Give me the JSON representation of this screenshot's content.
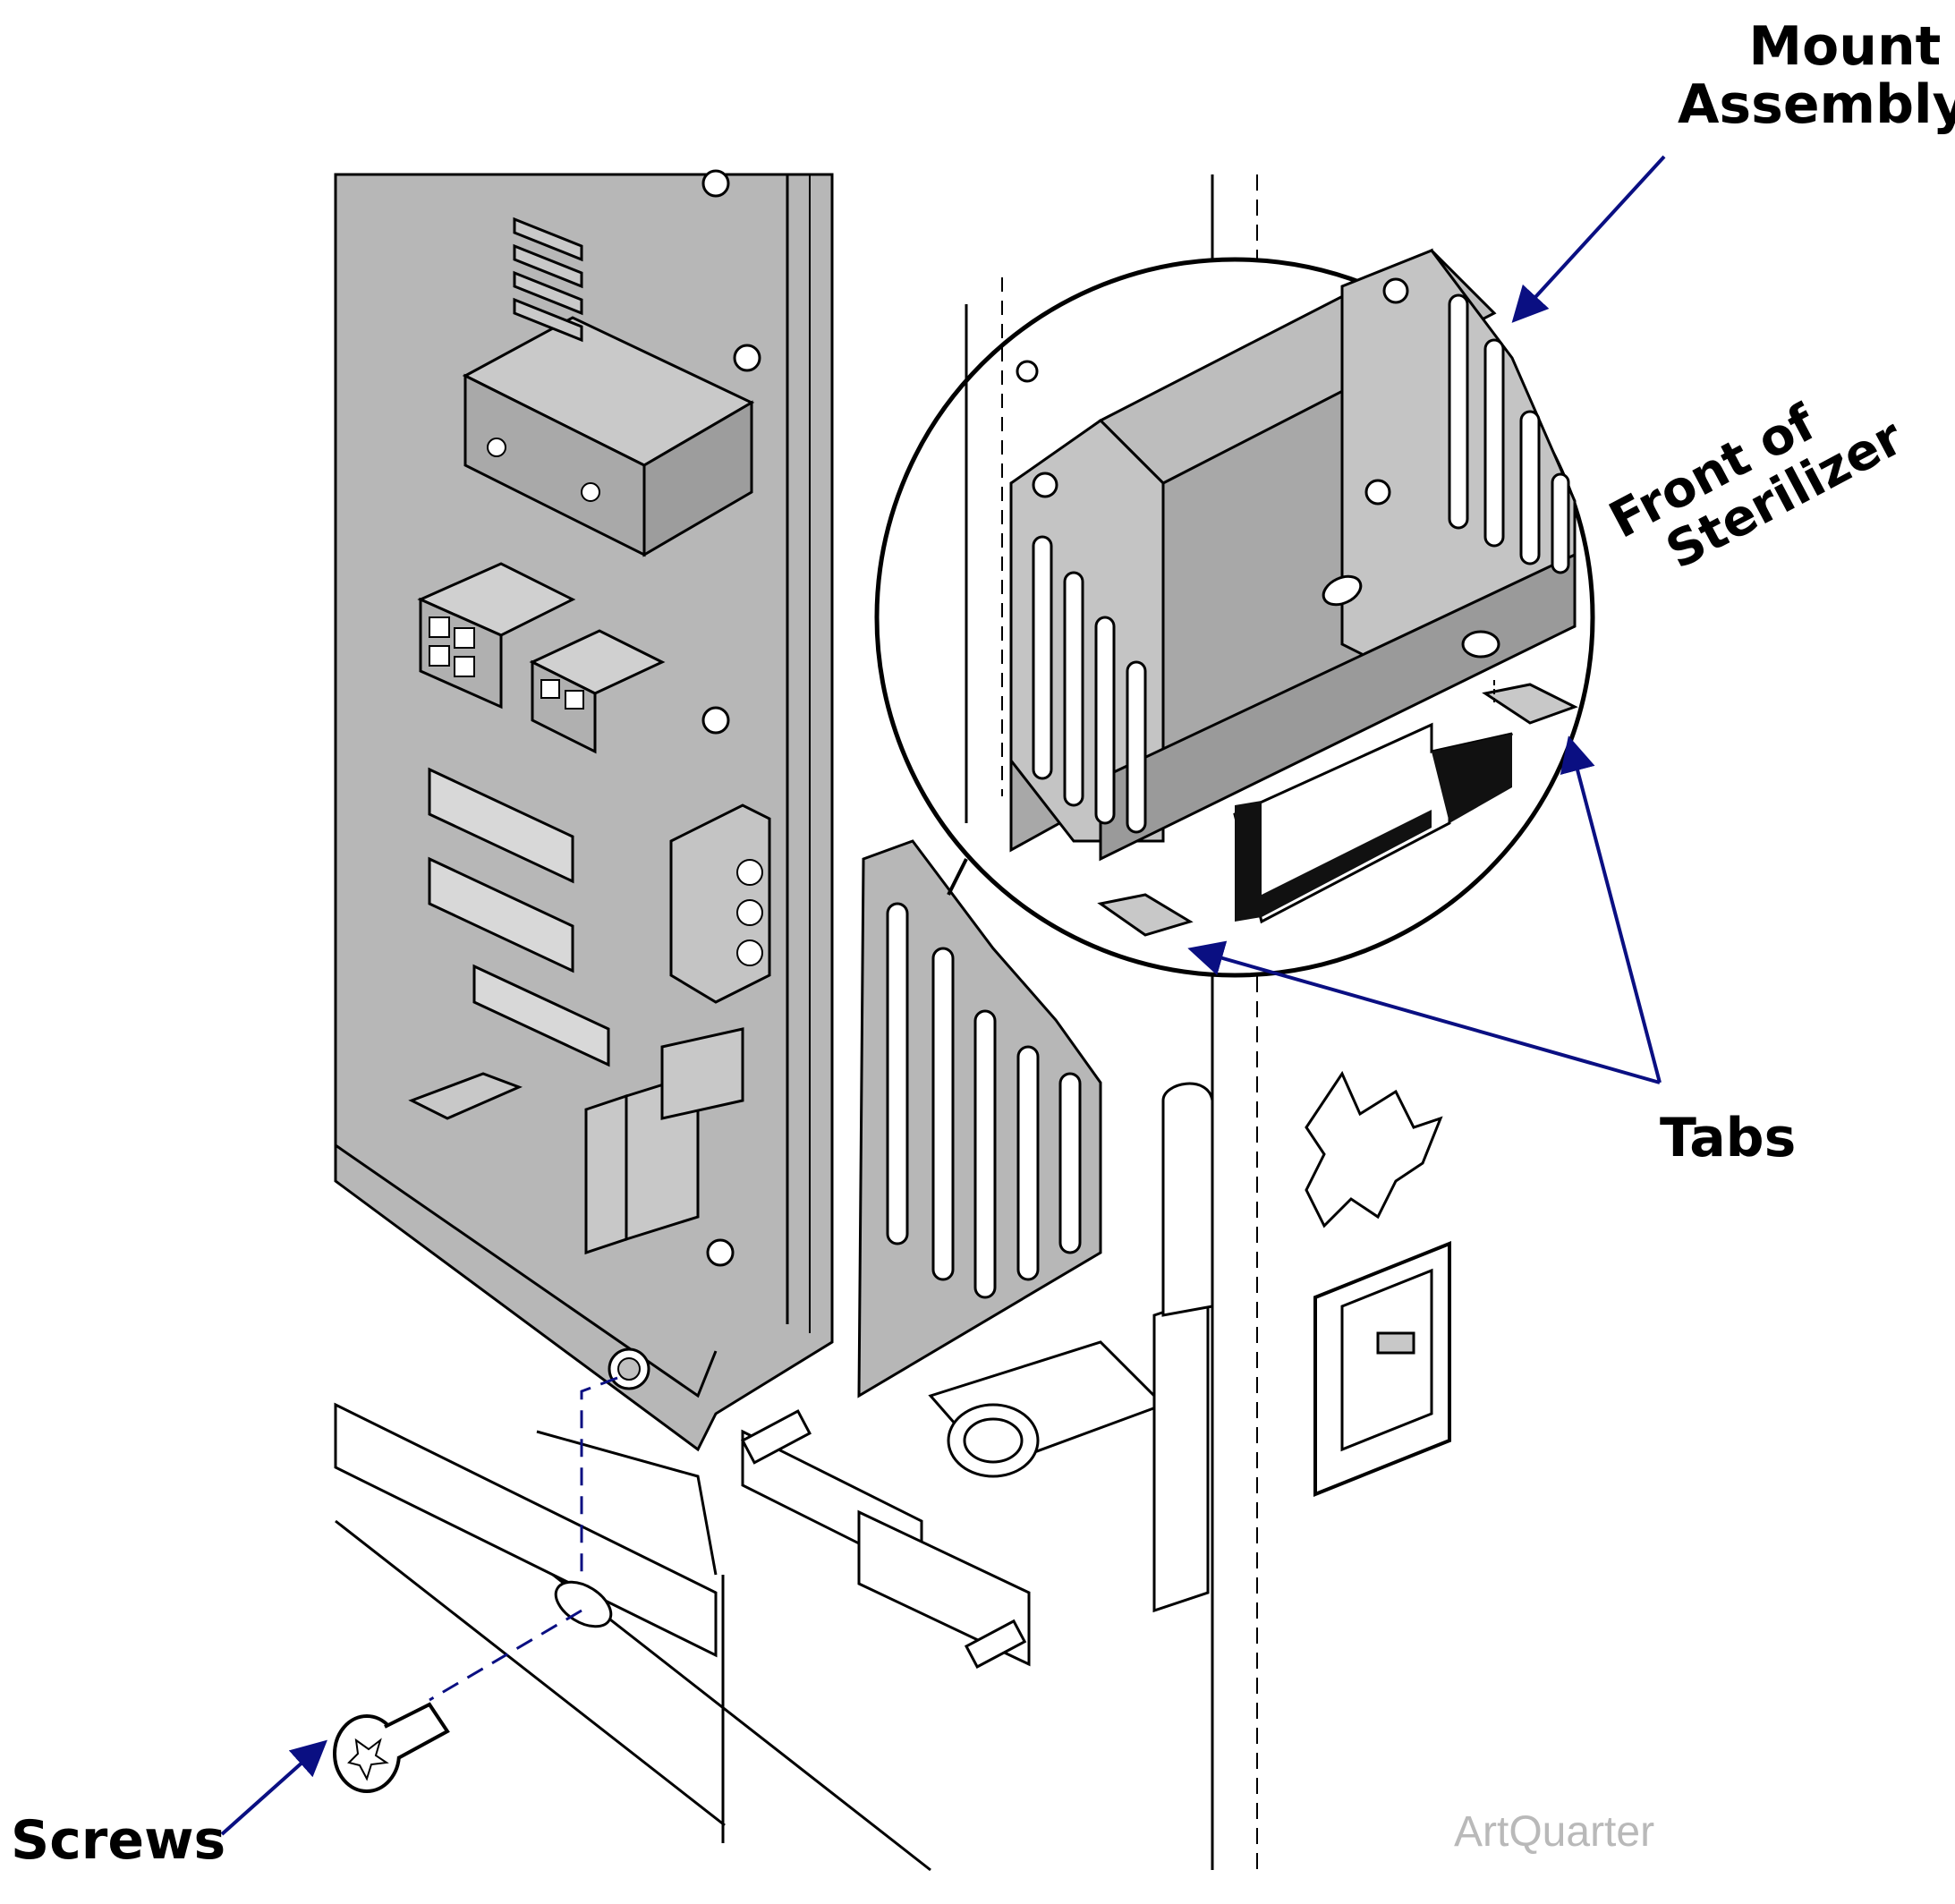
{
  "labels": {
    "mount_line1": "Mount",
    "mount_line2": "Assembly",
    "front_line1": "Front of",
    "front_line2": "Sterilizer",
    "tabs": "Tabs",
    "screws": "Screws"
  },
  "watermark": "ArtQuarter",
  "colors": {
    "leader": "#0a0f82",
    "panel_gray": "#b7b7b7",
    "line": "#000000",
    "watermark": "#b9b9b9"
  }
}
